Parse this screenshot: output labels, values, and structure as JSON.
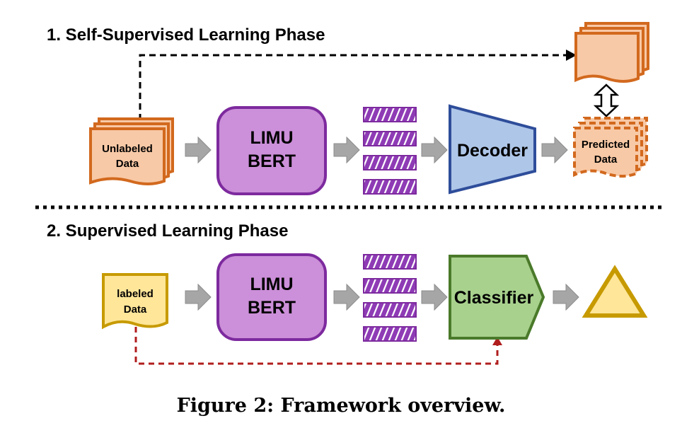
{
  "phase1": {
    "title": "1. Self-Supervised Learning Phase",
    "input_line1": "Unlabeled",
    "input_line2": "Data",
    "model_line1": "LIMU",
    "model_line2": "BERT",
    "decoder_label": "Decoder",
    "output_line1": "Predicted",
    "output_line2": "Data"
  },
  "phase2": {
    "title": "2. Supervised Learning Phase",
    "input_line1": "labeled",
    "input_line2": "Data",
    "model_line1": "LIMU",
    "model_line2": "BERT",
    "classifier_label": "Classifier"
  },
  "caption": "Figure 2: Framework overview.",
  "colors": {
    "unlabeled_fill": "#f8c9a6",
    "unlabeled_stroke": "#d2691e",
    "labeled_fill": "#ffe699",
    "labeled_stroke": "#c79a00",
    "limu_fill": "#cc8fd9",
    "limu_stroke": "#7d2a9e",
    "feature_fill": "#8e3bb5",
    "decoder_fill": "#aec6e8",
    "decoder_stroke": "#2e4d9a",
    "classifier_fill": "#a8d18d",
    "classifier_stroke": "#4a7a2a",
    "arrow_fill": "#a6a6a6",
    "dashed_black": "#000000",
    "dashed_red": "#b01d1d"
  }
}
